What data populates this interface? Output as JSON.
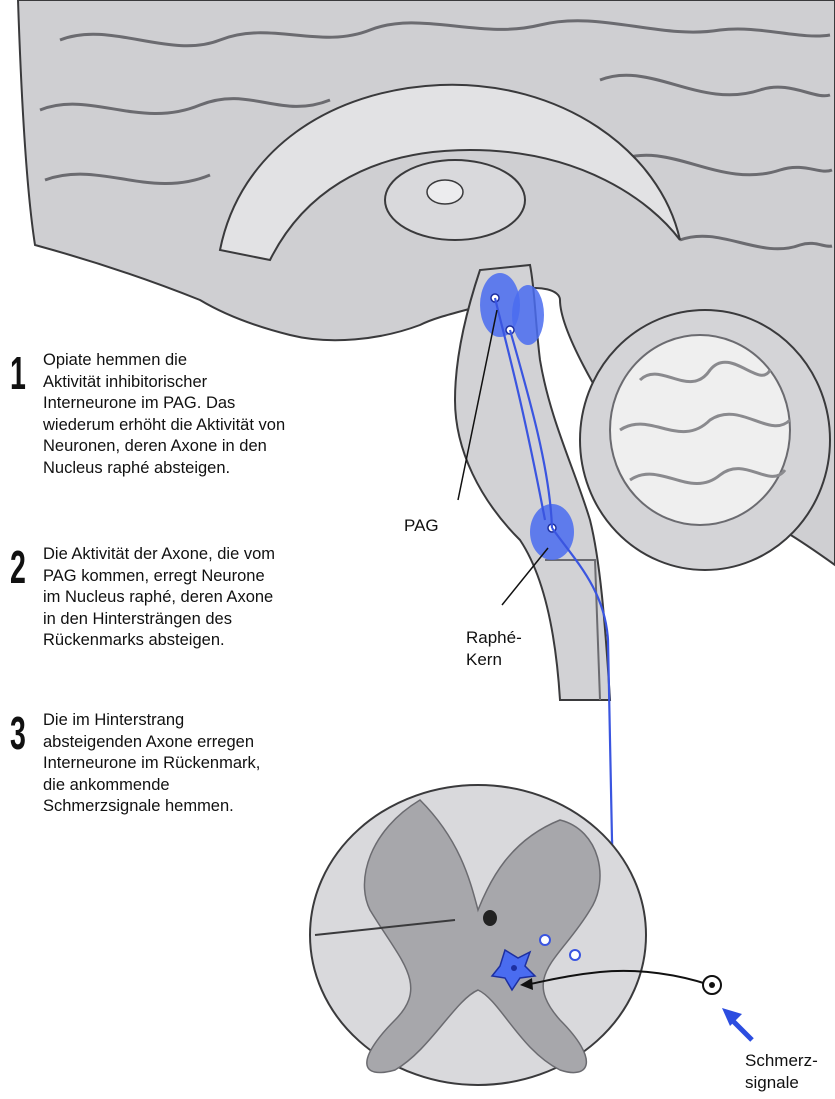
{
  "steps": [
    {
      "number": "1",
      "text": "Opiate hemmen die\nAktivität inhibitorischer\nInterneurone im PAG. Das\nwiederum erhöht die Aktivität von\nNeuronen, deren Axone in den\nNucleus raphé absteigen."
    },
    {
      "number": "2",
      "text": "Die Aktivität der Axone, die vom\nPAG kommen, erregt Neurone\nim Nucleus raphé, deren Axone\nin den Hintersträngen des\nRückenmarks absteigen."
    },
    {
      "number": "3",
      "text": "Die im Hinterstrang\nabsteigenden Axone erregen\nInterneurone im Rückenmark,\ndie ankommende\nSchmerzsignale hemmen."
    }
  ],
  "labels": {
    "pag": "PAG",
    "raphe": "Raphé-\nKern",
    "pain": "Schmerz-\nsignale"
  },
  "colors": {
    "pathway": "#3a55e0",
    "nucleus": "#4a6cf0",
    "tissue": "#d6d6d8",
    "tissue_dark": "#a9a9ad",
    "grey_matter": "#9c9ca0",
    "outline": "#3a3a3c"
  }
}
